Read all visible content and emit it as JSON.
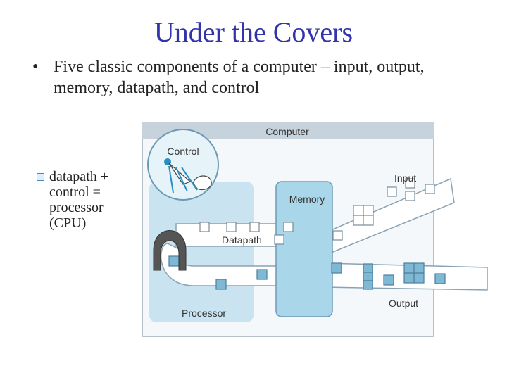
{
  "slide": {
    "title": "Under the Covers",
    "bullet": "Five classic components of a computer – input, output, memory, datapath, and control",
    "sub_bullet": "datapath + control = processor (CPU)"
  },
  "diagram": {
    "computer_label": "Computer",
    "control_label": "Control",
    "memory_label": "Memory",
    "datapath_label": "Datapath",
    "processor_label": "Processor",
    "input_label": "Input",
    "output_label": "Output"
  }
}
